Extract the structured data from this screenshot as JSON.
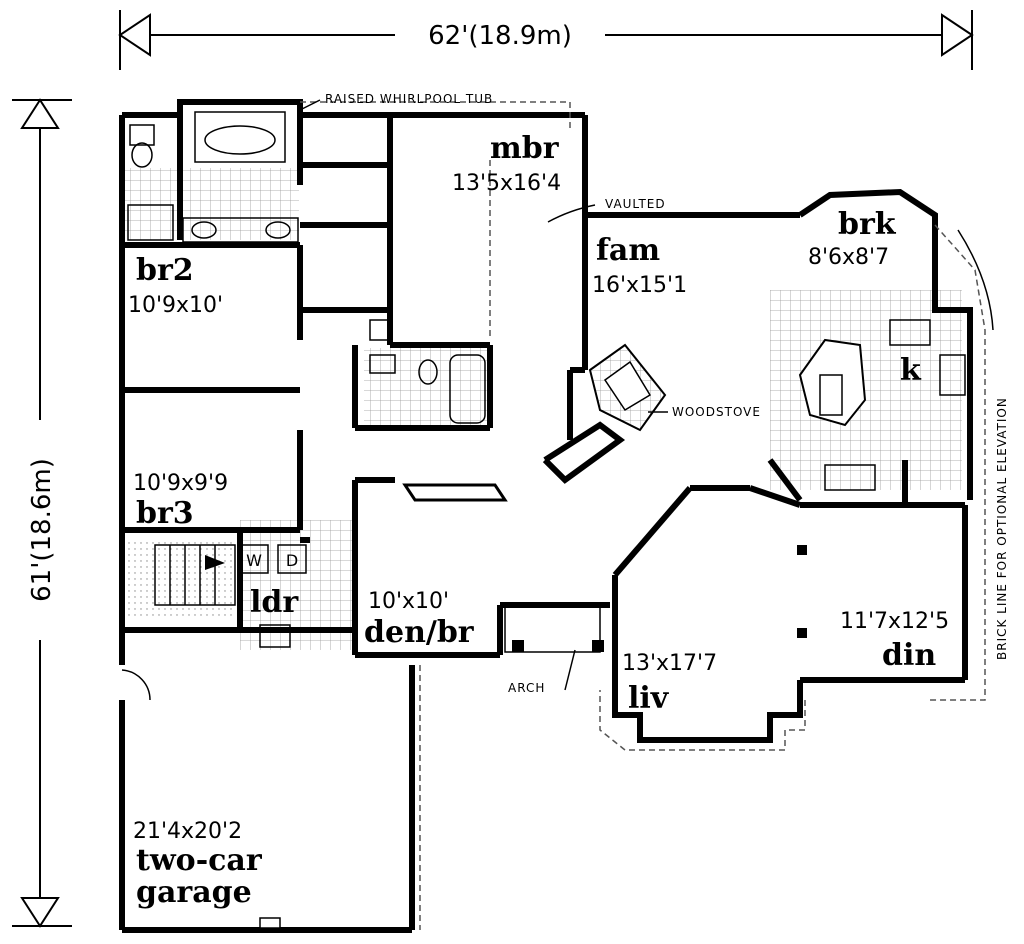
{
  "dimensions": {
    "width": "62'(18.9m)",
    "depth": "61'(18.6m)"
  },
  "notes": {
    "tub": "RAISED WHIRLPOOL TUB",
    "vaulted": "VAULTED",
    "woodstove": "WOODSTOVE",
    "arch": "ARCH",
    "brickline": "BRICK LINE FOR OPTIONAL ELEVATION"
  },
  "rooms": {
    "mbr": {
      "name": "mbr",
      "size": "13'5x16'4"
    },
    "fam": {
      "name": "fam",
      "size": "16'x15'1"
    },
    "brk": {
      "name": "brk",
      "size": "8'6x8'7"
    },
    "k": {
      "name": "k"
    },
    "br2": {
      "name": "br2",
      "size": "10'9x10'"
    },
    "br3": {
      "name": "br3",
      "size": "10'9x9'9"
    },
    "ldr": {
      "name": "ldr",
      "washer": "W",
      "dryer": "D"
    },
    "den": {
      "name": "den/br",
      "size": "10'x10'"
    },
    "liv": {
      "name": "liv",
      "size": "13'x17'7"
    },
    "din": {
      "name": "din",
      "size": "11'7x12'5"
    },
    "garage": {
      "name_line1": "two-car",
      "name_line2": "garage",
      "size": "21'4x20'2"
    }
  }
}
